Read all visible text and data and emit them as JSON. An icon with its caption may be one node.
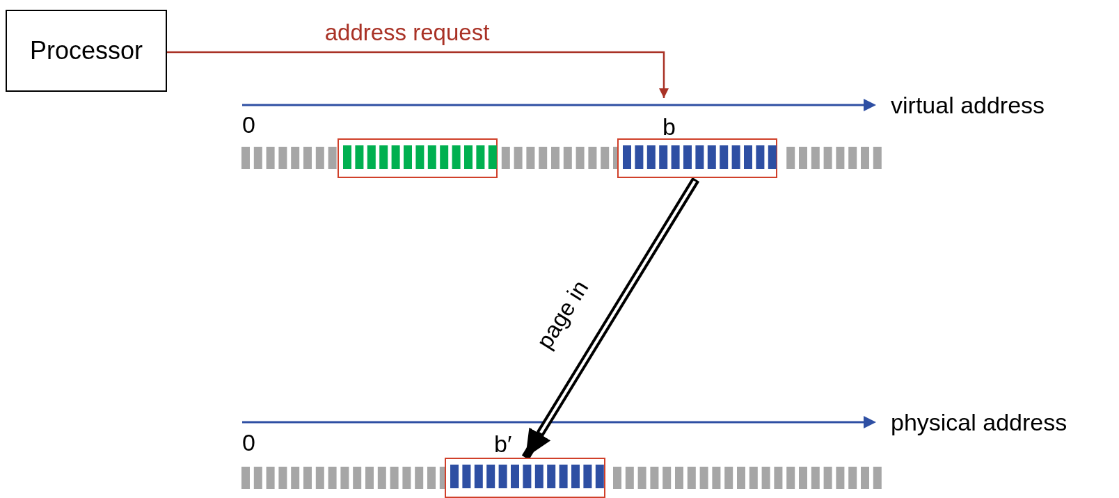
{
  "diagram": {
    "nodes": [
      {
        "text": [
          "Processor"
        ]
      },
      {
        "text": [],
        "shape": "box"
      },
      {
        "text": [],
        "shape": "box"
      },
      {
        "text": [],
        "shape": "box"
      }
    ],
    "edges": [
      {
        "from": 0,
        "to": null,
        "arrow": "to",
        "label": "address request",
        "color": "#a93226"
      },
      {
        "from": 2,
        "to": 3,
        "arrow": "to",
        "label": "page in",
        "style": "thick",
        "color": "#000000"
      }
    ],
    "labels": [
      "virtual address",
      "0",
      "b",
      "physical address",
      "0",
      "b′"
    ]
  }
}
